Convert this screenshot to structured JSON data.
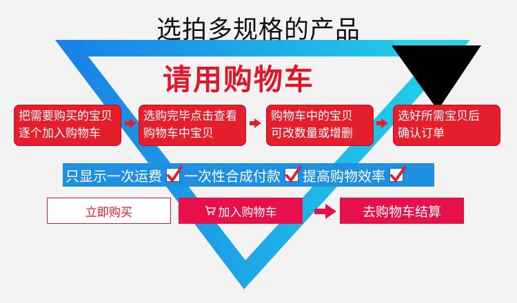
{
  "title": "选拍多规格的产品",
  "headline": "请用购物车",
  "steps": [
    {
      "line1": "把需要购买的宝贝",
      "line2": "逐个加入购物车"
    },
    {
      "line1": "选购完毕点击查看",
      "line2": "购物车中宝贝"
    },
    {
      "line1": "购物车中的宝贝",
      "line2": "可改数量或增删"
    },
    {
      "line1": "选好所需宝贝后",
      "line2": "确认订单"
    }
  ],
  "features": [
    "只显示一次运费",
    "一次性合成付款",
    "提高购物效率"
  ],
  "buttons": {
    "buy_now": "立即购买",
    "add_to_cart": "加入购物车",
    "checkout": "去购物车结算"
  },
  "colors": {
    "red": "#e41e2b",
    "pink_red": "#e8104a",
    "blue": "#1f8fe0",
    "cyan": "#22d0e8",
    "black": "#000000"
  }
}
